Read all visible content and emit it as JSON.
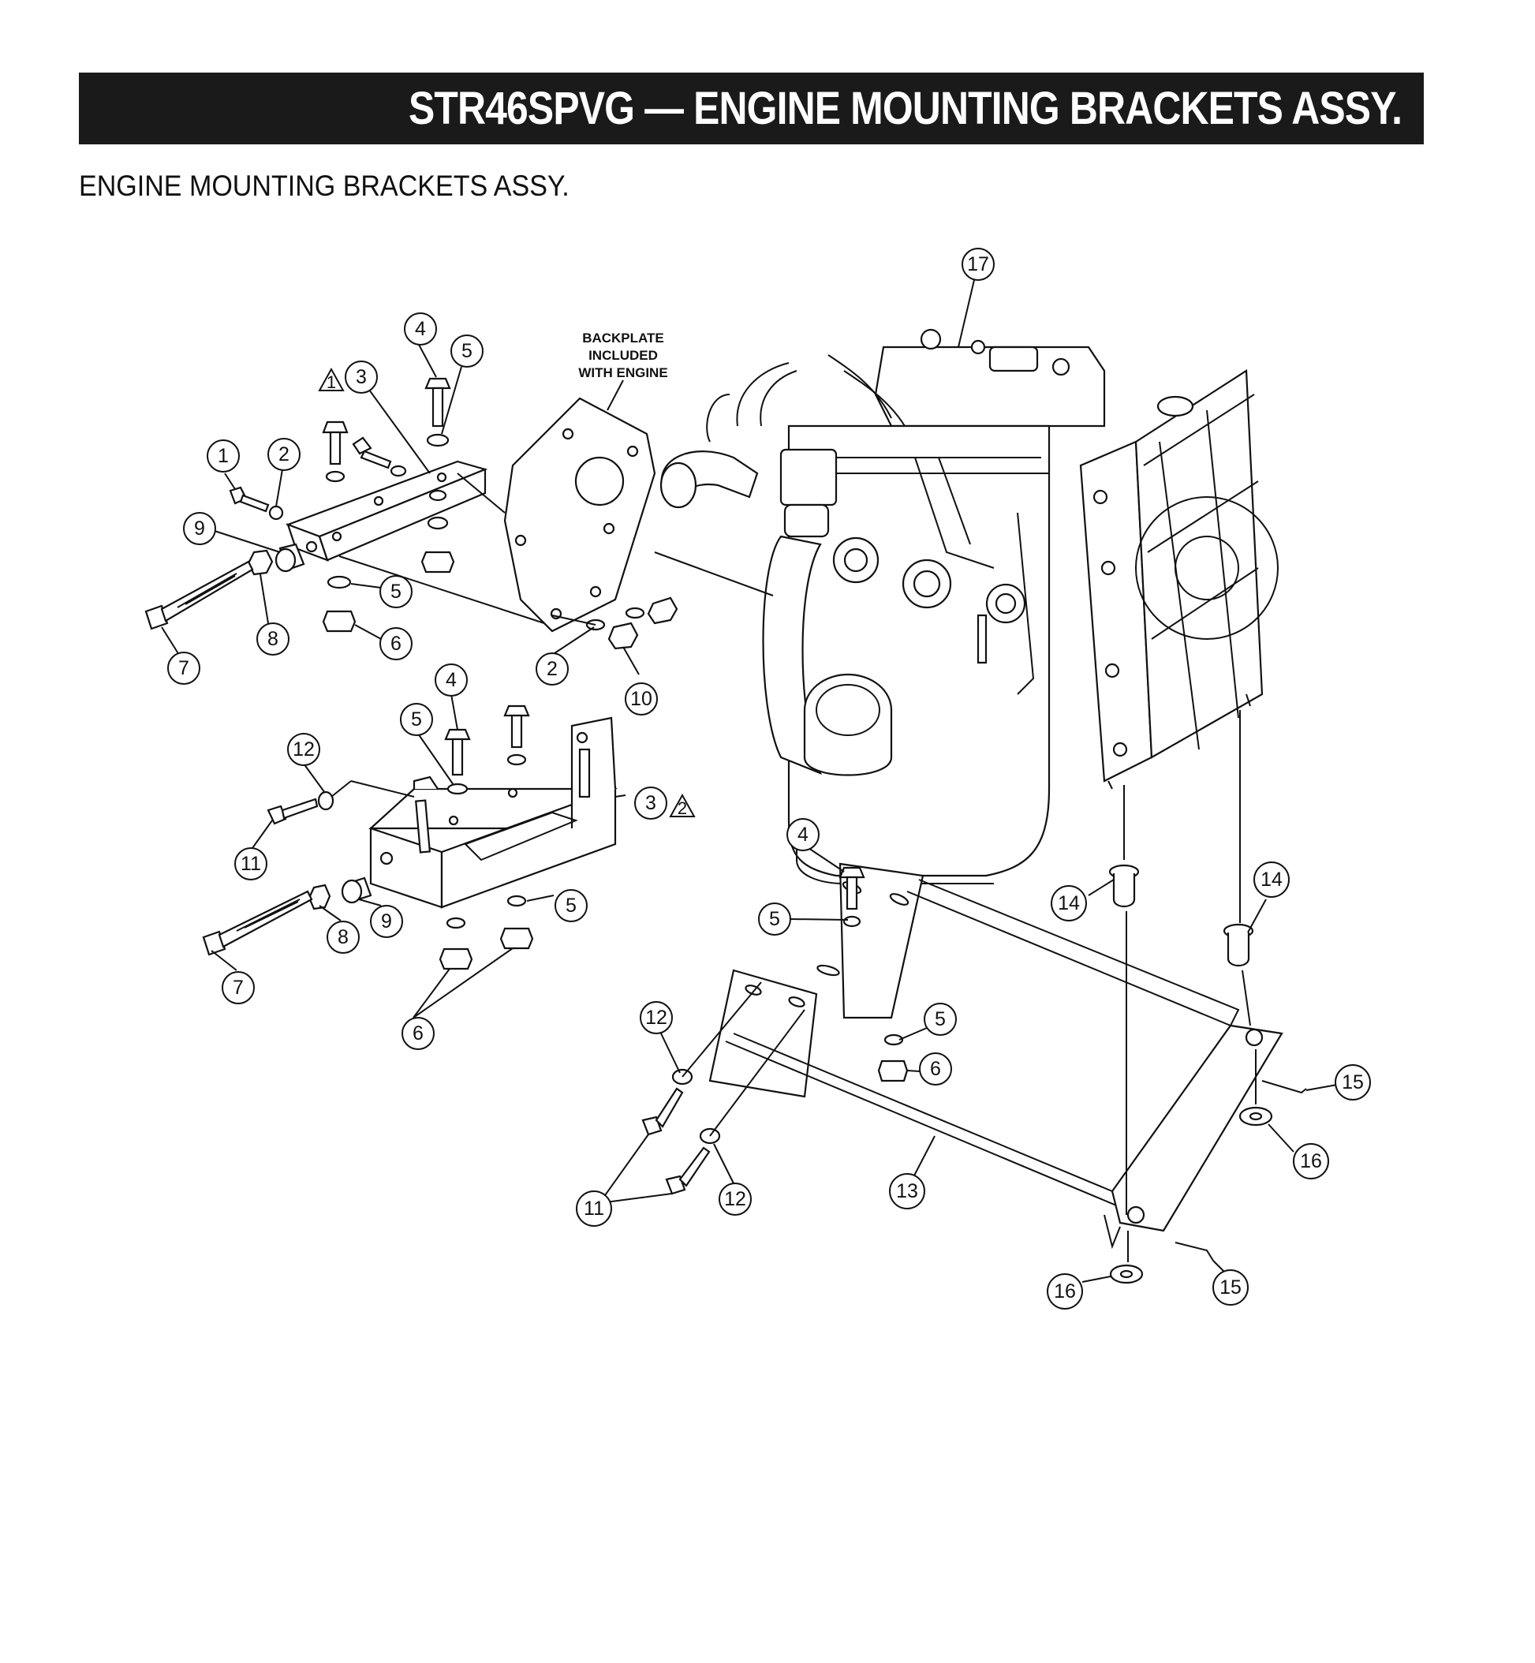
{
  "header": {
    "title": "STR46SPVG — ENGINE  MOUNTING BRACKETS  ASSY."
  },
  "subtitle": "ENGINE MOUNTING BRACKETS ASSY.",
  "note": {
    "line1": "BACKPLATE",
    "line2": "INCLUDED",
    "line3": "WITH ENGINE"
  },
  "callouts": {
    "c17": "17",
    "c4a": "4",
    "c5a": "5",
    "c3a": "3",
    "c1": "1",
    "c2a": "2",
    "c9a": "9",
    "c8a": "8",
    "c7a": "7",
    "c5b": "5",
    "c6a": "6",
    "c2b": "2",
    "c10": "10",
    "c4b": "4",
    "c5c": "5",
    "c12a": "12",
    "c3b": "3",
    "c11a": "11",
    "c9b": "9",
    "c8b": "8",
    "c7b": "7",
    "c5d": "5",
    "c6b": "6",
    "c4c": "4",
    "c5e": "5",
    "c14a": "14",
    "c14b": "14",
    "c12b": "12",
    "c5f": "5",
    "c6c": "6",
    "c15a": "15",
    "c16a": "16",
    "c11b": "11",
    "c12c": "12",
    "c13": "13",
    "c16b": "16",
    "c15b": "15"
  },
  "revision_marks": {
    "r1": "1",
    "r2": "2"
  }
}
